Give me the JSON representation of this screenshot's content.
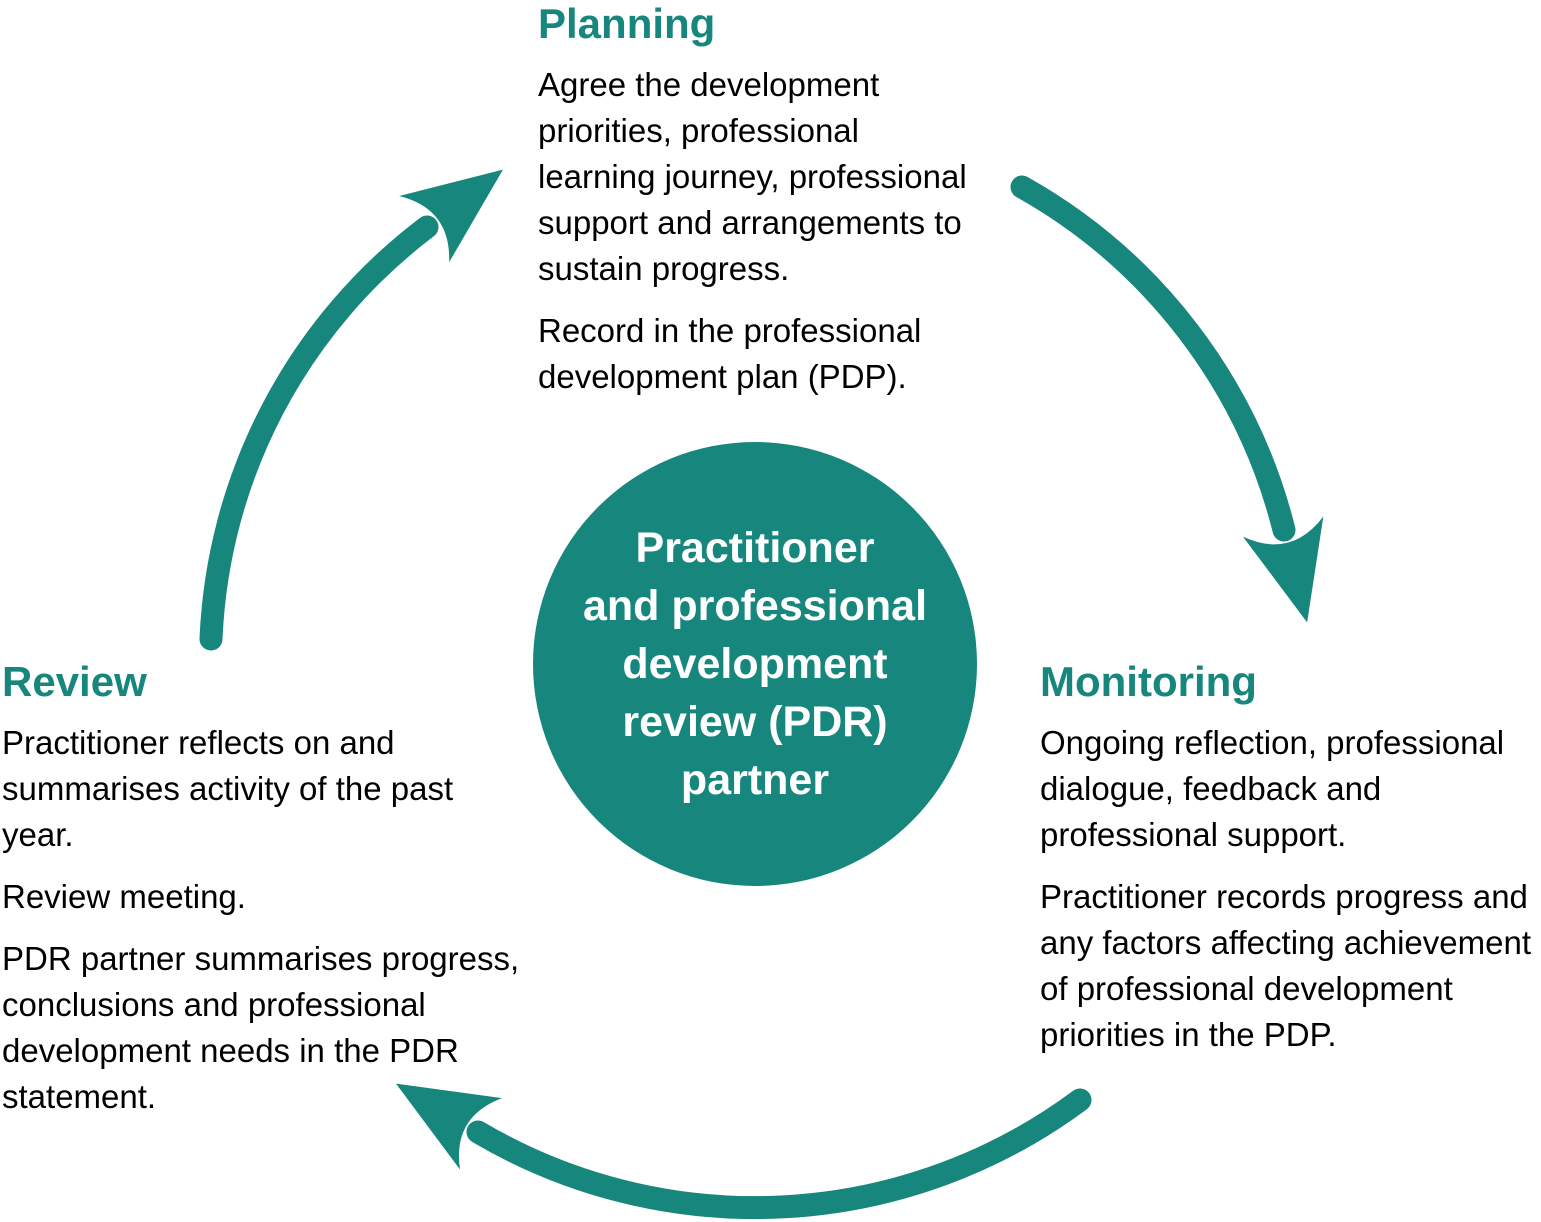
{
  "colors": {
    "teal": "#17867D",
    "body_text": "#000000",
    "circle_text": "#FFFFFF",
    "background": "#FFFFFF"
  },
  "center_circle": {
    "lines": [
      "Practitioner",
      "and professional",
      "development",
      "review (PDR)",
      "partner"
    ]
  },
  "sections": {
    "planning": {
      "heading": "Planning",
      "paragraphs": [
        "Agree the development priorities, professional learning journey, professional support and arrangements to sustain progress.",
        "Record in the professional development plan (PDP)."
      ]
    },
    "monitoring": {
      "heading": "Monitoring",
      "paragraphs": [
        "Ongoing reflection, professional dialogue, feedback and professional support.",
        "Practitioner records progress and any factors affecting achievement of professional development priorities in the PDP."
      ]
    },
    "review": {
      "heading": "Review",
      "paragraphs": [
        "Practitioner reflects on and summarises activity of the past year.",
        "Review meeting.",
        "PDR partner summarises progress, conclusions and professional development needs in the PDR statement."
      ]
    }
  },
  "arrows": [
    {
      "name": "review-to-planning"
    },
    {
      "name": "planning-to-monitoring"
    },
    {
      "name": "monitoring-to-review"
    }
  ]
}
